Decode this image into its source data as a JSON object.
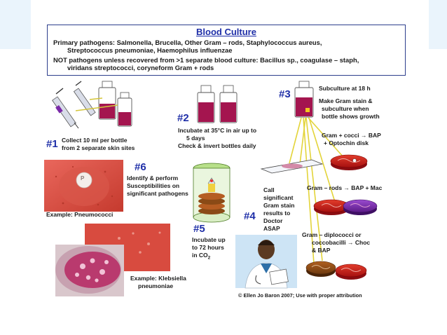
{
  "title": "Blood Culture",
  "header": {
    "line1": "Primary pathogens: Salmonella, Brucella, Other Gram – rods, Staphylococcus aureus,",
    "line2": "Streptococcus pneumoniae, Haemophilus influenzae",
    "line3": "NOT pathogens unless recovered from >1 separate blood culture: Bacillus sp., coagulase – staph,",
    "line4": "viridans streptococci, coryneform Gram + rods"
  },
  "steps": {
    "s1": {
      "num": "#1",
      "l1": "Collect 10 ml per bottle",
      "l2": "from 2 separate skin sites"
    },
    "s2": {
      "num": "#2",
      "l1": "Incubate at 35°C in air up to",
      "l2": "5 days",
      "l3": "Check & invert bottles daily"
    },
    "s3": {
      "num": "#3",
      "l1": "Subculture at 18 h",
      "l2": "Make Gram stain &",
      "l3": "subculture when",
      "l4": "bottle shows growth"
    },
    "s4": {
      "num": "#4",
      "l1": "Call",
      "l2": "significant",
      "l3": "Gram stain",
      "l4": "results to",
      "l5": "Doctor",
      "l6": "ASAP"
    },
    "s5": {
      "num": "#5",
      "l1": "Incubate up",
      "l2": "to 72 hours",
      "l3_pre": "in CO",
      "l3_sub": "2"
    },
    "s6": {
      "num": "#6",
      "l1": "Identify & perform",
      "l2": "Susceptibilities on",
      "l3": "significant pathogens"
    }
  },
  "branches": {
    "b1": {
      "l1": "Gram + cocci → BAP",
      "l2": "+ Optochin disk"
    },
    "b2": {
      "l1": "Gram – rods → BAP + Mac"
    },
    "b3": {
      "l1": "Gram – diplococci or",
      "l2": "coccobacilli → Choc",
      "l3": "& BAP"
    }
  },
  "examples": {
    "e1": "Example: Pneumococci",
    "e2_l1": "Example:  Klebsiella",
    "e2_l2": "pneumoniae",
    "disk_letter": "P"
  },
  "credit": "© Ellen Jo Baron 2007; Use with proper attribution",
  "colors": {
    "accent": "#1f2fa8",
    "bottle": "#a4154f",
    "plate_red": "#c0161e",
    "plate_purple": "#7b2aa7"
  }
}
